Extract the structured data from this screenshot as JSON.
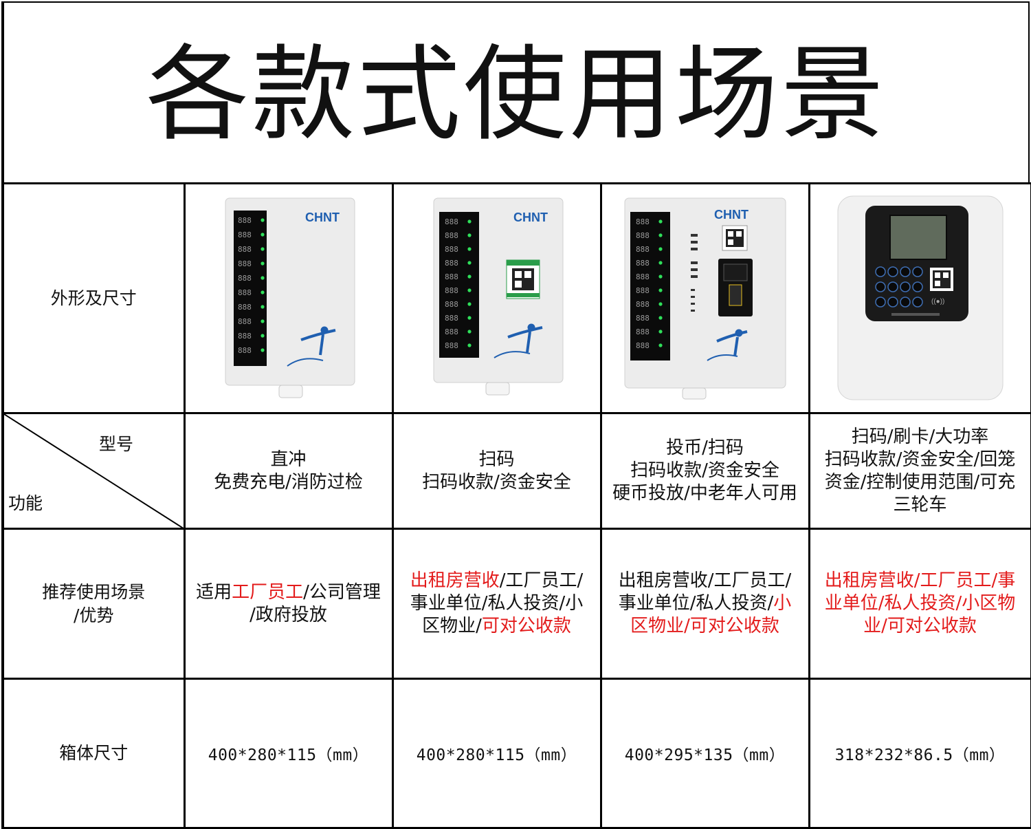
{
  "title": "各款式使用场景",
  "header_cell": {
    "model": "型号",
    "function": "功能"
  },
  "row_labels": {
    "appearance": "外形及尺寸",
    "scene": "推荐使用场景\n/优势",
    "size": "箱体尺寸"
  },
  "products": [
    {
      "brand": "CHNT",
      "features": "直冲\n免费充电/消防过检",
      "scene_parts": [
        {
          "text": "适用",
          "red": false
        },
        {
          "text": "工厂员工",
          "red": true
        },
        {
          "text": "/公司管理\n/政府投放",
          "red": false
        }
      ],
      "size": "400*280*115（mm）"
    },
    {
      "brand": "CHNT",
      "features": "扫码\n扫码收款/资金安全",
      "scene_parts": [
        {
          "text": "出租房营收",
          "red": true
        },
        {
          "text": "/工厂员工/\n事业单位/私人投资/小\n区物业/",
          "red": false
        },
        {
          "text": "可对公收款",
          "red": true
        }
      ],
      "size": "400*280*115（mm）"
    },
    {
      "brand": "CHNT",
      "features": "投币/扫码\n扫码收款/资金安全\n硬币投放/中老年人可用",
      "scene_parts": [
        {
          "text": "出租房营收/工厂员工/\n事业单位/私人投资/",
          "red": false
        },
        {
          "text": "小\n区物业/可对公收款",
          "red": true
        }
      ],
      "size": "400*295*135（mm）"
    },
    {
      "brand": "",
      "features": "扫码/刷卡/大功率\n扫码收款/资金安全/回笼\n资金/控制使用范围/可充\n三轮车",
      "scene_parts": [
        {
          "text": "出租房营收/工厂员工/事\n业单位/私人投资/小区物\n业/可对公收款",
          "red": true
        }
      ],
      "size": "318*232*86.5（mm）"
    }
  ],
  "colors": {
    "red": "#e31b1b",
    "border": "#000000",
    "display_black": "#0b0b0b",
    "led_green": "#2fe05a",
    "logo_blue": "#1f5fb0"
  }
}
